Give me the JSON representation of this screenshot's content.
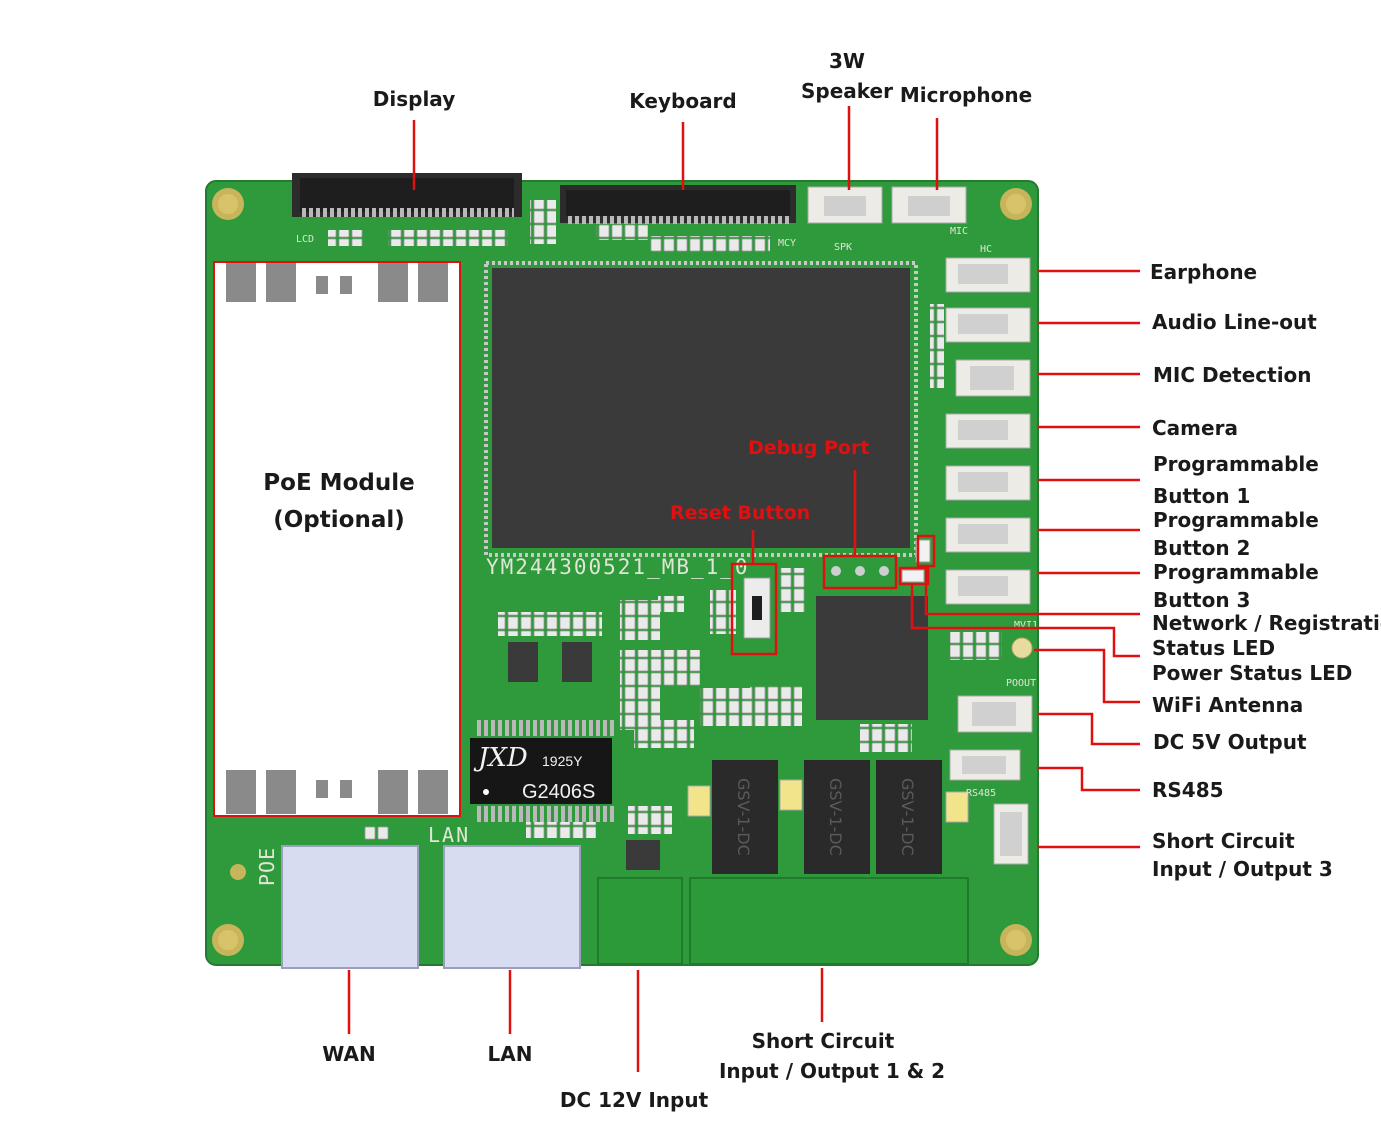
{
  "labels": {
    "display": "Display",
    "keyboard": "Keyboard",
    "speaker_line1": "3W",
    "speaker_line2": "Speaker",
    "microphone": "Microphone",
    "earphone": "Earphone",
    "audio_lineout": "Audio Line-out",
    "mic_detection": "MIC Detection",
    "camera": "Camera",
    "prog_button1_l1": "Programmable",
    "prog_button1_l2": "Button 1",
    "prog_button2_l1": "Programmable",
    "prog_button2_l2": "Button 2",
    "prog_button3_l1": "Programmable",
    "prog_button3_l2": "Button 3",
    "network_led_l1": "Network / Registration",
    "network_led_l2": "Status LED",
    "power_led": "Power Status LED",
    "wifi_antenna": "WiFi Antenna",
    "dc5v_output": "DC 5V Output",
    "rs485": "RS485",
    "short_circuit3_l1": "Short Circuit",
    "short_circuit3_l2": "Input / Output 3",
    "wan": "WAN",
    "lan": "LAN",
    "dc12v_input": "DC 12V Input",
    "short_circuit12_l1": "Short Circuit",
    "short_circuit12_l2": "Input / Output 1 & 2",
    "poe_module_l1": "PoE Module",
    "poe_module_l2": "(Optional)",
    "debug_port": "Debug Port",
    "reset_button": "Reset Button"
  },
  "board_text": {
    "part_number": "YM244300521_MB_1_0",
    "chip_brand": "JXD",
    "chip_code": "1925Y",
    "chip_model": "G2406S",
    "relay_label": "GSV-1-DC",
    "poe_silk": "POE",
    "lan_silk": "LAN",
    "lcd_silk": "LCD",
    "mic_silk": "MIC",
    "spk_silk": "SPK",
    "hc_silk": "HC",
    "rs485_silk": "RS485",
    "hay_silk": "MCY",
    "mvi_silk": "MVI1",
    "poout_silk": "POOUT"
  },
  "colors": {
    "pcb_green": "#2f9a3c",
    "pcb_dark": "#23832e",
    "callout_red": "#e01010",
    "chip_dark": "#3a3a3a",
    "connector_white": "#ecebe6",
    "rj45": "#d8dcf0"
  }
}
